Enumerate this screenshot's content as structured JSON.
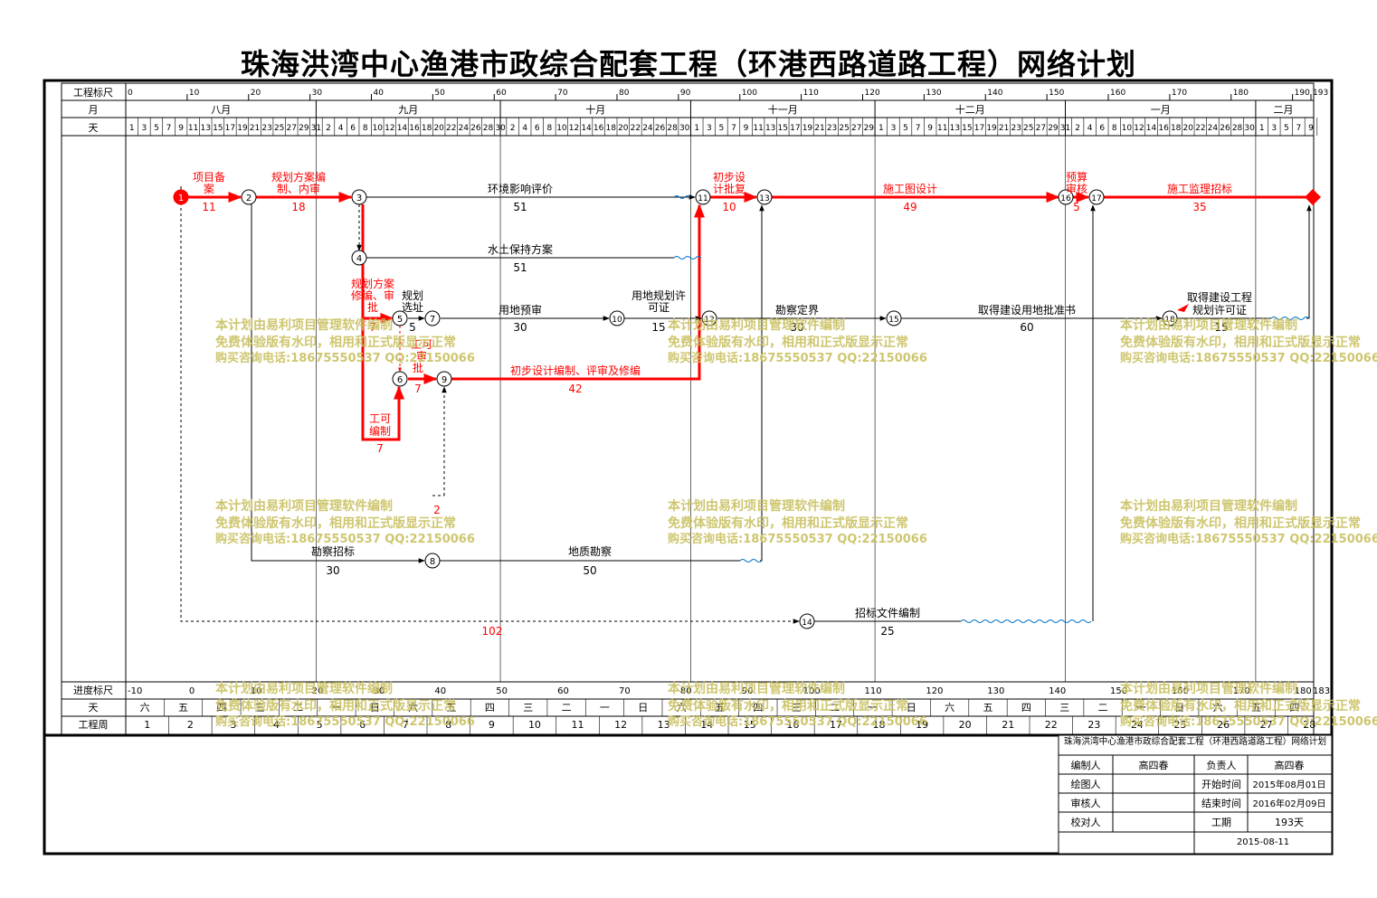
{
  "title": "珠海洪湾中心渔港市政综合配套工程（环港西路道路工程）网络计划",
  "colors": {
    "critical": "#ff0000",
    "normal": "#000000",
    "float_wave": "#0070c0",
    "watermark": "#c9c060",
    "grid": "#000000"
  },
  "header": {
    "scale_label": "工程标尺",
    "month_label": "月",
    "day_label": "天",
    "scale_ticks": [
      "0",
      "10",
      "20",
      "30",
      "40",
      "50",
      "60",
      "70",
      "80",
      "90",
      "100",
      "110",
      "120",
      "130",
      "140",
      "150",
      "160",
      "170",
      "180",
      "190",
      "193"
    ],
    "months": [
      "八月",
      "九月",
      "十月",
      "十一月",
      "十二月",
      "一月",
      "二月"
    ],
    "days_aug": [
      "1",
      "3",
      "5",
      "7",
      "9",
      "11",
      "13",
      "15",
      "17",
      "19",
      "21",
      "23",
      "25",
      "27",
      "29",
      "31"
    ],
    "days_sep": [
      "2",
      "4",
      "6",
      "8",
      "10",
      "12",
      "14",
      "16",
      "18",
      "20",
      "22",
      "24",
      "26",
      "28",
      "30"
    ],
    "days_oct": [
      "2",
      "4",
      "6",
      "8",
      "10",
      "12",
      "14",
      "16",
      "18",
      "20",
      "22",
      "24",
      "26",
      "28",
      "30"
    ],
    "days_nov": [
      "1",
      "3",
      "5",
      "7",
      "9",
      "11",
      "13",
      "15",
      "17",
      "19",
      "21",
      "23",
      "25",
      "27",
      "29"
    ],
    "days_dec": [
      "1",
      "3",
      "5",
      "7",
      "9",
      "11",
      "13",
      "15",
      "17",
      "19",
      "21",
      "23",
      "25",
      "27",
      "29",
      "31"
    ],
    "days_jan": [
      "2",
      "4",
      "6",
      "8",
      "10",
      "12",
      "14",
      "16",
      "18",
      "20",
      "22",
      "24",
      "26",
      "28",
      "30"
    ],
    "days_feb": [
      "1",
      "3",
      "5",
      "7",
      "9"
    ]
  },
  "footer": {
    "progress_label": "进度标尺",
    "weekday_label": "天",
    "week_label": "工程周",
    "progress_ticks": [
      "-10",
      "0",
      "10",
      "20",
      "30",
      "40",
      "50",
      "60",
      "70",
      "80",
      "90",
      "100",
      "110",
      "120",
      "130",
      "140",
      "150",
      "160",
      "170",
      "180",
      "183"
    ],
    "weekdays": [
      "六",
      "五",
      "四",
      "三",
      "二",
      "一",
      "日",
      "六",
      "五",
      "四",
      "三",
      "二",
      "一",
      "日",
      "六",
      "五",
      "四",
      "三",
      "二",
      "一",
      "日",
      "六",
      "五",
      "四",
      "三",
      "二",
      "一",
      "日",
      "六",
      "五",
      "四"
    ],
    "weeks": [
      "1",
      "2",
      "3",
      "4",
      "5",
      "6",
      "7",
      "8",
      "9",
      "10",
      "11",
      "12",
      "13",
      "14",
      "15",
      "16",
      "17",
      "18",
      "19",
      "20",
      "21",
      "22",
      "23",
      "24",
      "25",
      "26",
      "27",
      "28"
    ]
  },
  "activities": {
    "a1": {
      "name": "项目备案",
      "line1": "项目备",
      "line2": "案",
      "dur": "11"
    },
    "a2": {
      "name": "规划方案编制、内审",
      "line1": "规划方案编",
      "line2": "制、内审",
      "dur": "18"
    },
    "a3": {
      "name": "环境影响评价",
      "dur": "51"
    },
    "a4": {
      "name": "水土保持方案",
      "dur": "51"
    },
    "a5": {
      "name": "规划方案修编、审批",
      "line1": "规划方案",
      "line2": "修编、审",
      "line3": "批",
      "dur": "7"
    },
    "a6": {
      "name": "规划选址",
      "line1": "规划",
      "line2": "选址",
      "dur": "5"
    },
    "a7": {
      "name": "用地预审",
      "dur": "30"
    },
    "a8": {
      "name": "用地规划许可证",
      "line1": "用地规划许",
      "line2": "可证",
      "dur": "15"
    },
    "a9": {
      "name": "勘察定界",
      "dur": "30"
    },
    "a10": {
      "name": "取得建设用地批准书",
      "dur": "60"
    },
    "a11": {
      "name": "取得建设工程规划许可证",
      "line1": "取得建设工程",
      "line2": "规划许可证",
      "dur": "15"
    },
    "a12": {
      "name": "工可审批",
      "line1": "工可",
      "line2": "审",
      "line3": "批",
      "dur": "7"
    },
    "a13": {
      "name": "工可编制",
      "line1": "工可",
      "line2": "编制",
      "dur": "7"
    },
    "a14": {
      "name": "初步设计编制、评审及修编",
      "dur": "42"
    },
    "a15": {
      "name": "初步设计批复",
      "line1": "初步设",
      "line2": "计批复",
      "dur": "10"
    },
    "a16": {
      "name": "施工图设计",
      "dur": "49"
    },
    "a17": {
      "name": "预算审核",
      "line1": "预算",
      "line2": "审核",
      "dur": "5"
    },
    "a18": {
      "name": "施工监理招标",
      "dur": "35"
    },
    "a19": {
      "name": "勘察招标",
      "dur": "30"
    },
    "a20": {
      "name": "地质勘察",
      "dur": "50"
    },
    "a21": {
      "name": "招标文件编制",
      "dur": "25"
    },
    "dummy_float1": "2",
    "dummy_float2": "102"
  },
  "nodes": [
    "1",
    "2",
    "3",
    "4",
    "5",
    "6",
    "7",
    "8",
    "9",
    "10",
    "11",
    "12",
    "13",
    "14",
    "15",
    "16",
    "17"
  ],
  "watermark": {
    "line1": "本计划由易利项目管理软件编制",
    "line2": "免费体验版有水印，相用和正式版显示正常",
    "line3": "购买咨询电话:18675550537 QQ:22150066"
  },
  "info_table": {
    "title": "珠海洪湾中心渔港市政综合配套工程（环港西路道路工程）网络计划",
    "rows": [
      {
        "k1": "编制人",
        "v1": "高四春",
        "k2": "负责人",
        "v2": "高四春"
      },
      {
        "k1": "绘图人",
        "v1": "",
        "k2": "开始时间",
        "v2": "2015年08月01日"
      },
      {
        "k1": "审核人",
        "v1": "",
        "k2": "结束时间",
        "v2": "2016年02月09日"
      },
      {
        "k1": "校对人",
        "v1": "",
        "k2": "工期",
        "v2": "193天"
      }
    ],
    "date": "2015-08-11"
  }
}
